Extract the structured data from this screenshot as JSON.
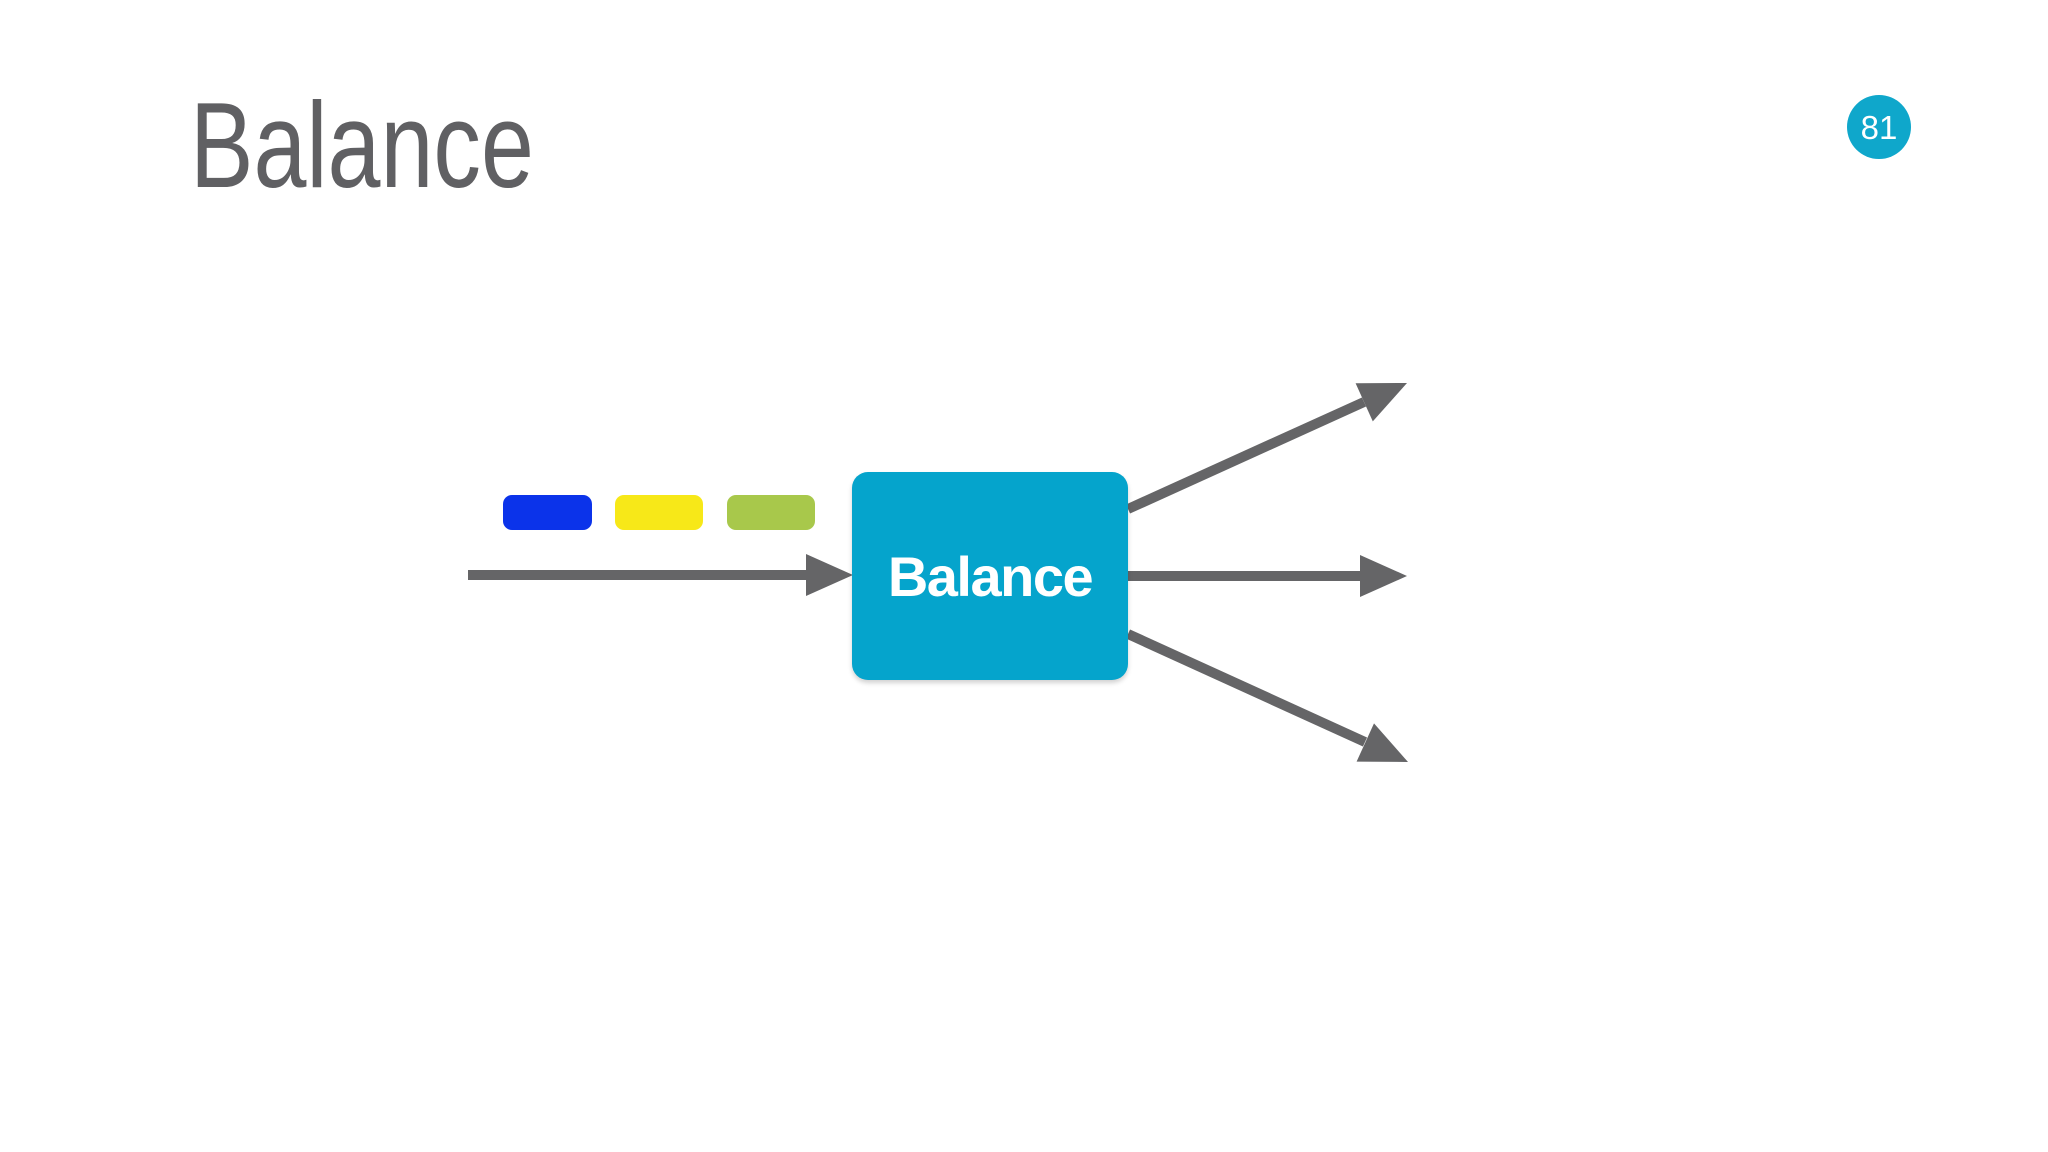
{
  "slide": {
    "title": "Balance",
    "page_badge": "81"
  },
  "diagram": {
    "box_label": "Balance",
    "input_tokens": [
      {
        "name": "blue-token",
        "color": "#0b33ea"
      },
      {
        "name": "yellow-token",
        "color": "#f7e818"
      },
      {
        "name": "green-token",
        "color": "#a8c84b"
      }
    ],
    "inputs": [
      "right"
    ],
    "outputs": [
      "up-right",
      "right",
      "down-right"
    ]
  },
  "colors": {
    "background": "#ffffff",
    "title-gray": "#606063",
    "arrow-gray": "#656567",
    "teal": "#05a4cc",
    "badge-teal": "#0fa7cb",
    "token-blue": "#0b33ea",
    "token-yellow": "#f7e818",
    "token-green": "#a8c84b"
  }
}
